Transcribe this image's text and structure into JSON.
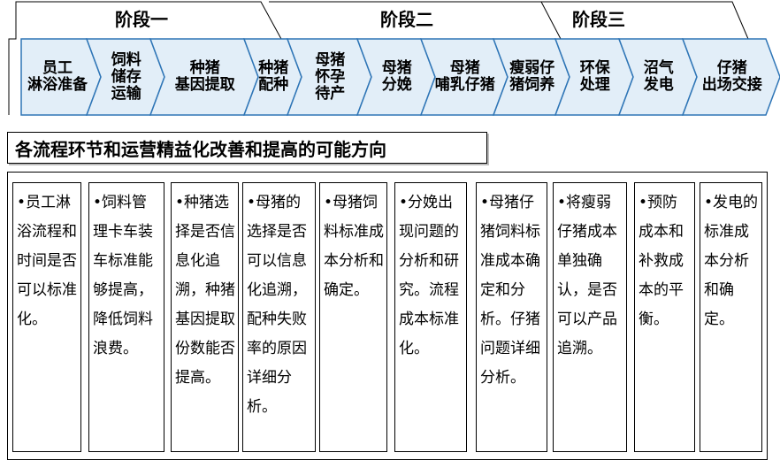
{
  "stages": [
    {
      "title": "阶段一"
    },
    {
      "title": "阶段二"
    },
    {
      "title": "阶段三"
    }
  ],
  "steps": [
    {
      "label": "员工\n淋浴准备"
    },
    {
      "label": "饲料\n储存\n运输"
    },
    {
      "label": "种猪\n基因提取"
    },
    {
      "label": "种猪\n配种"
    },
    {
      "label": "母猪\n怀孕\n待产"
    },
    {
      "label": "母猪\n分娩"
    },
    {
      "label": "母猪\n哺乳仔猪"
    },
    {
      "label": "瘦弱仔\n猪饲养"
    },
    {
      "label": "环保\n处理"
    },
    {
      "label": "沼气\n发电"
    },
    {
      "label": "仔猪\n出场交接"
    }
  ],
  "section_heading": "各流程环节和运营精益化改善和提高的可能方向",
  "notes": [
    {
      "text": "•员工淋浴流程和时间是否可以标准化。"
    },
    {
      "text": "•饲料管理卡车装车标准能够提高，降低饲料浪费。"
    },
    {
      "text": "•种猪选择是否信息化追溯，种猪基因提取份数能否提高。"
    },
    {
      "text": "•母猪的选择是否可以信息化追溯，配种失败率的原因详细分析。"
    },
    {
      "text": "•母猪饲料标准成本分析和确定。"
    },
    {
      "text": "•分娩出现问题的分析和研究。流程成本标准化。"
    },
    {
      "text": "•母猪仔猪饲料标准成本确定和分析。仔猪问题详细分析。"
    },
    {
      "text": "•将瘦弱仔猪成本单独确认，是否可以产品追溯。"
    },
    {
      "text": "•预防成本和补救成本的平衡。"
    },
    {
      "text": "•发电的标准成本分析和确定。"
    }
  ],
  "colors": {
    "chevron_fill": "#e2eef8",
    "chevron_stroke": "#2e75b6",
    "line": "#000000"
  }
}
